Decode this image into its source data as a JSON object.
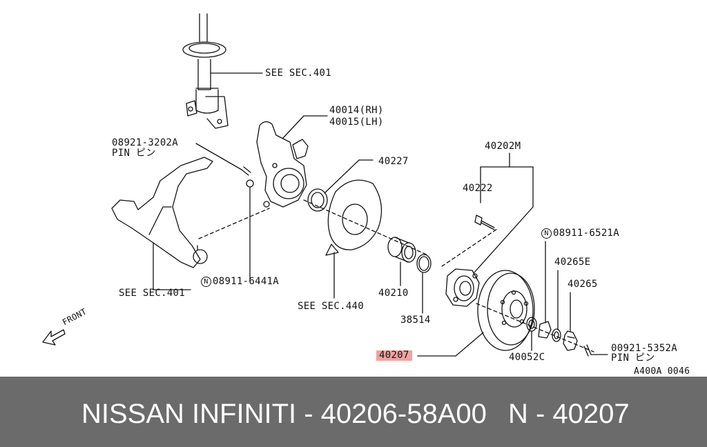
{
  "diagram": {
    "labels": {
      "see_sec_401_top": "SEE SEC.401",
      "knuckle_rh": "40014(RH)",
      "knuckle_lh": "40015(LH)",
      "pin_part_no": "08921-3202A",
      "pin_name": "PIN ピン",
      "seal": "40227",
      "hub_assembly": "40202M",
      "hub_bolt": "40222",
      "nut_right_symbol": "N",
      "nut_right": "08911-6521A",
      "washer": "40265E",
      "lock_nut": "40265",
      "bearing": "40210",
      "snap_ring": "38514",
      "see_sec_440": "SEE SEC.440",
      "see_sec_401_left": "SEE SEC.401",
      "nut_left_symbol": "N",
      "nut_left": "08911-6441A",
      "front": "FRONT",
      "rotor": "40207",
      "collar": "40052C",
      "cotter_pin_part_no": "00921-5352A",
      "cotter_pin_name": "PIN ピン",
      "figure_code": "A400A 0046"
    },
    "highlight_color": "#f2a1a1"
  },
  "footer": {
    "title": "NISSAN INFINITI - 40206-58A00",
    "ref": "N - 40207",
    "background": "#6b6b6b"
  }
}
